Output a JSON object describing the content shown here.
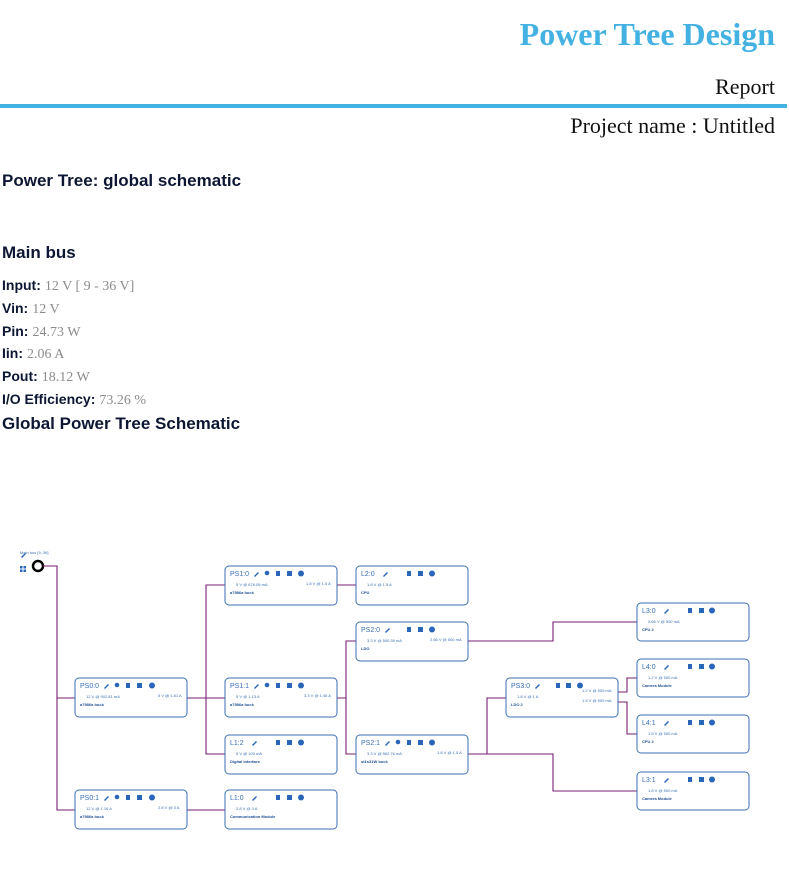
{
  "header": {
    "title": "Power Tree Design",
    "subtitle": "Report",
    "project_label": "Project name : Untitled"
  },
  "section": {
    "heading": "Power Tree: global schematic"
  },
  "main_bus": {
    "heading": "Main bus",
    "rows": [
      {
        "key": "Input:",
        "value": "12 V [ 9 - 36 V]"
      },
      {
        "key": "Vin:",
        "value": "12 V"
      },
      {
        "key": "Pin:",
        "value": "24.73 W"
      },
      {
        "key": "Iin:",
        "value": "2.06 A"
      },
      {
        "key": "Pout:",
        "value": "18.12 W"
      },
      {
        "key": "I/O Efficiency:",
        "value": "73.26 %"
      }
    ]
  },
  "schematic": {
    "heading": "Global Power Tree Schematic",
    "bus_label": "Main bus [9, 36]",
    "nodes": [
      {
        "id": "PS0:0",
        "in": "12 V @ 902.81 mA",
        "out": "5 V @ 1.81 A",
        "name": "a7986a buck"
      },
      {
        "id": "PS0:1",
        "in": "12 V @ 1.16 A",
        "out": "2.8 V @ 3 A",
        "name": "a7986a buck"
      },
      {
        "id": "PS1:0",
        "in": "5 V @ 676.09 mA",
        "out": "1.8 V @ 1.5 A",
        "name": "a7986a buck"
      },
      {
        "id": "PS1:1",
        "in": "5 V @ 1.13 A",
        "out": "3.3 V @ 1.45 A",
        "name": "a7986a buck"
      },
      {
        "id": "L1:2",
        "in": "5 V @ 100 mA",
        "out": "",
        "name": "Digital Interface"
      },
      {
        "id": "L1:0",
        "in": "2.8 V @ 3 A",
        "out": "",
        "name": "Communication Module"
      },
      {
        "id": "L2:0",
        "in": "1.8 V @ 1.5 A",
        "out": "",
        "name": "CPU"
      },
      {
        "id": "PS2:0",
        "in": "3.3 V @ 500.39 mA",
        "out": "2.66 V @ 500 mA",
        "name": "LDO"
      },
      {
        "id": "PS2:1",
        "in": "3.3 V @ 962.76 mA",
        "out": "1.8 V @ 1.5 A",
        "name": "st1s31W buck"
      },
      {
        "id": "PS3:0",
        "in": "1.8 V @ 1 A",
        "out": "1.2 V @ 500 mA",
        "out2": "1.5 V @ 500 mA",
        "name": "LDO 2"
      },
      {
        "id": "L3:0",
        "in": "2.66 V @ 500 mA",
        "out": "",
        "name": "CPU 2"
      },
      {
        "id": "L4:0",
        "in": "1.2 V @ 500 mA",
        "out": "",
        "name": "Camera Module"
      },
      {
        "id": "L4:1",
        "in": "1.5 V @ 500 mA",
        "out": "",
        "name": "CPU 2"
      },
      {
        "id": "L3:1",
        "in": "1.8 V @ 500 mA",
        "out": "",
        "name": "Camera Module"
      }
    ]
  },
  "colors": {
    "accent": "#43b2e2",
    "heading": "#0d1733",
    "value": "#8c8c8c",
    "wire": "#7a1f72",
    "node_border": "#3d6fb0"
  }
}
